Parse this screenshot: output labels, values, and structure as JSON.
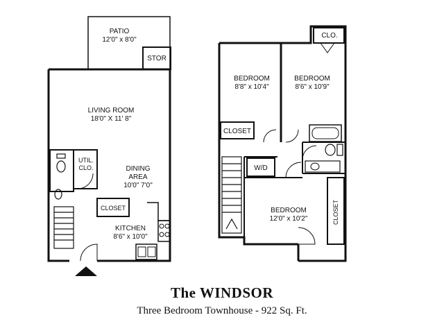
{
  "plan": {
    "first_floor": {
      "patio": {
        "name": "PATIO",
        "dims": "12'0\" x 8'0\""
      },
      "stor": "STOR",
      "living_room": {
        "name": "LIVING ROOM",
        "dims": "18'0\" X 11' 8\""
      },
      "util_clo": {
        "line1": "UTIL.",
        "line2": "CLO."
      },
      "dining_area": {
        "line1": "DINING",
        "line2": "AREA",
        "dims": "10'0\" 7'0\""
      },
      "closet": "CLOSET",
      "kitchen": {
        "name": "KITCHEN",
        "dims": "8'6\" x 10'0\""
      }
    },
    "second_floor": {
      "clo": "CLO.",
      "bedroom_left": {
        "name": "BEDROOM",
        "dims": "8'8\" x 10'4\""
      },
      "bedroom_right": {
        "name": "BEDROOM",
        "dims": "8'6\" x 10'9\""
      },
      "closet": "CLOSET",
      "wd": "W/D",
      "bedroom_main": {
        "name": "BEDROOM",
        "dims": "12'0\" x 10'2\""
      },
      "closet_vertical": "CLOSET"
    }
  },
  "title": "The WINDSOR",
  "subtitle": "Three Bedroom Townhouse - 922 Sq. Ft."
}
